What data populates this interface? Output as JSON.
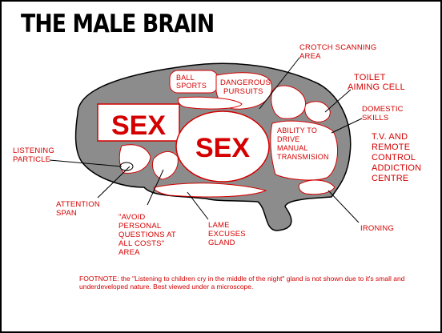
{
  "title": "THE MALE BRAIN",
  "regions": {
    "ball_sports": [
      "BALL",
      "SPORTS"
    ],
    "dangerous_pursuits": [
      "DANGEROUS",
      "PURSUITS"
    ],
    "sex_box": "SEX",
    "sex_oval": "SEX",
    "ability_to_drive": [
      "ABILITY TO",
      "DRIVE",
      "MANUAL",
      "TRANSMISION"
    ]
  },
  "callouts": {
    "crotch_scanning": [
      "CROTCH SCANNING",
      "AREA"
    ],
    "toilet_aiming": [
      "TOILET",
      "AIMING CELL"
    ],
    "domestic_skills": [
      "DOMESTIC",
      "SKILLS"
    ],
    "tv_remote": [
      "T.V. AND",
      "REMOTE",
      "CONTROL",
      "ADDICTION",
      "CENTRE"
    ],
    "listening_particle": [
      "LISTENING",
      "PARTICLE"
    ],
    "attention_span": [
      "ATTENTION",
      "SPAN"
    ],
    "avoid_questions": [
      "\"AVOID",
      "PERSONAL",
      "QUESTIONS AT",
      "ALL COSTS\"",
      "AREA"
    ],
    "lame_excuses": [
      "LAME",
      "EXCUSES",
      "GLAND"
    ],
    "ironing": "IRONING"
  },
  "footnote": "FOOTNOTE: the \"Listening to children cry in the middle of the night\" gland is not shown due to it's small and underdeveloped nature.  Best viewed under a microscope.",
  "colors": {
    "label": "#d40000",
    "brain_fill": "#8c8c8c",
    "outline": "#000000"
  }
}
